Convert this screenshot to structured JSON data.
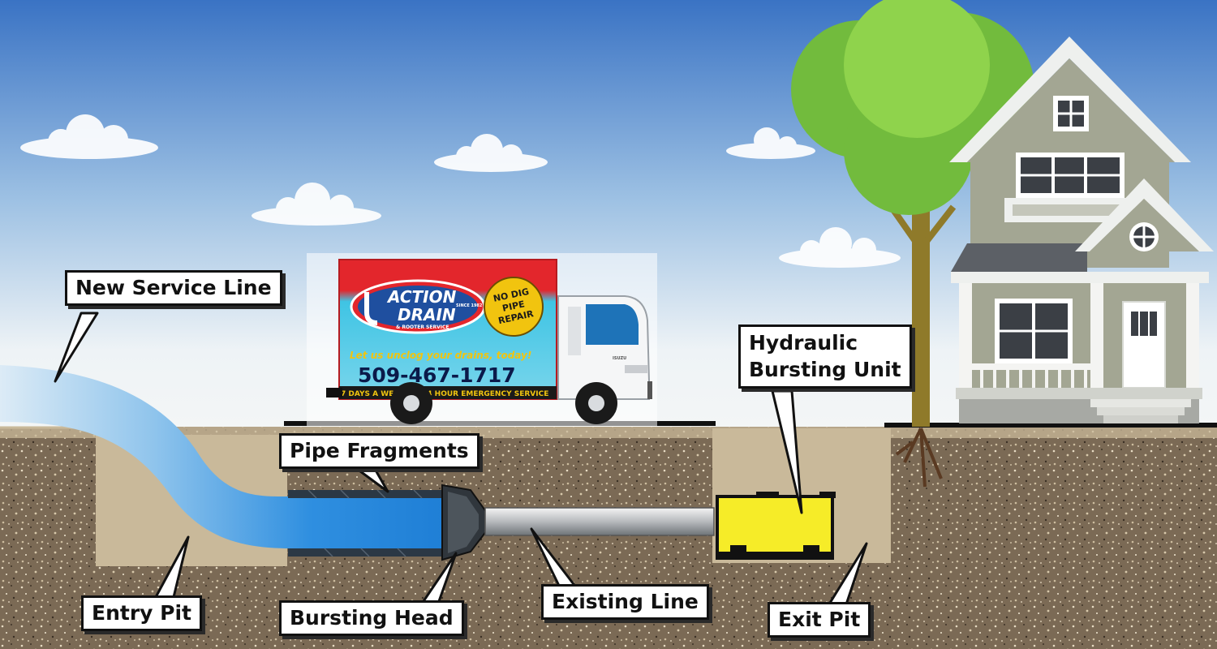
{
  "labels": {
    "new_service_line": "New Service Line",
    "pipe_fragments": "Pipe Fragments",
    "hydraulic_line1": "Hydraulic",
    "hydraulic_line2": "Bursting Unit",
    "entry_pit": "Entry Pit",
    "bursting_head": "Bursting Head",
    "existing_line": "Existing Line",
    "exit_pit": "Exit Pit"
  },
  "truck": {
    "brand_line1": "ACTION",
    "brand_line2": "DRAIN",
    "brand_sub": "& ROOTER SERVICE",
    "since": "SINCE 1982",
    "badge_line1": "NO DIG",
    "badge_line2": "PIPE",
    "badge_line3": "REPAIR",
    "slogan": "Let us unclog your drains, today!",
    "phone": "509-467-1717",
    "days": "7 DAYS A WEEK",
    "emergency": "24 HOUR EMERGENCY SERVICE",
    "cab_badge": "ISUZU"
  },
  "colors": {
    "sky_top": "#3c78c8",
    "sky_bottom": "#f2f5f7",
    "soil": "#7a6a55",
    "pit": "#c9b99a",
    "new_pipe": "#2f8fe0",
    "existing_pipe": "#b9bcbf",
    "hydraulic_unit": "#f6ec28",
    "tree": "#7cc242",
    "house": "#a3a693"
  }
}
